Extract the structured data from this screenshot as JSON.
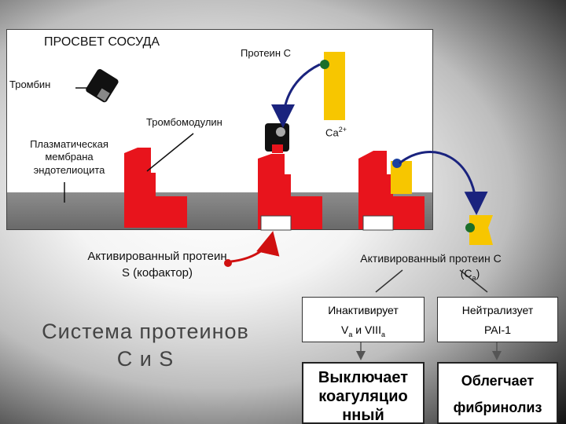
{
  "labels": {
    "lumen": "ПРОСВЕТ СОСУДА",
    "protein_c": "Протеин С",
    "thrombin": "Тромбин",
    "thrombomodulin": "Тромбомодулин",
    "ca": "Са",
    "ca_charge": "2+",
    "membrane": "Плазматическая мембрана эндотелиоцита",
    "protein_s": "Активированный протеин S (кофактор)",
    "apc_title": "Активированный протеин С",
    "apc_sub_open": "(С",
    "apc_sub_a": "а",
    "apc_sub_close": ")",
    "system": "Система протеинов С и S"
  },
  "boxes": {
    "inactivates": "Инактивирует",
    "neutralizes": "Нейтрализует",
    "factors_v": "V",
    "factors_a1": "а",
    "factors_mid": " и VIII",
    "factors_a2": "а",
    "pai": "PAI-1",
    "switches_off": "Выключает коагуляцио нный",
    "facilitates_1": "Облегчает",
    "facilitates_2": "фибринолиз"
  },
  "colors": {
    "receptor": "#e8141c",
    "protein_c": "#f7c600",
    "arrow_blue": "#1a237e",
    "arrow_red": "#d01010",
    "dot_green": "#1b6e2a",
    "dot_blue": "#1a3fa0"
  }
}
